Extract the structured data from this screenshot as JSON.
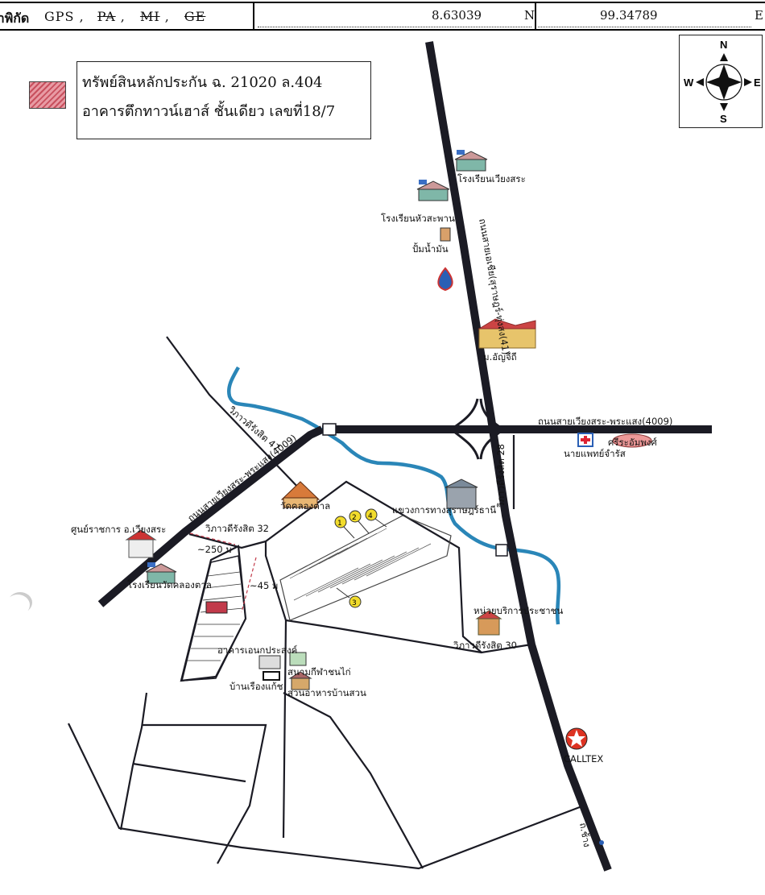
{
  "header": {
    "title": "ค่าพิกัด",
    "gps": "GPS",
    "sep": ",",
    "pa": "PA",
    "mi": "MI",
    "ge": "GE",
    "lat": "8.63039",
    "lat_dir": "N",
    "lon": "99.34789",
    "lon_dir": "E"
  },
  "legend": {
    "line1": "ทรัพย์สินหลักประกัน ฉ. 21020 ล.404",
    "line2": "อาคารตึกทาวน์เฮาส์ ชั้นเดียว เลขที่18/7",
    "swatch_color": "#d9646f"
  },
  "compass": {
    "n": "N",
    "s": "S",
    "e": "E",
    "w": "W"
  },
  "labels": {
    "school_wiangsa": "โรงเรียนเวียงสระ",
    "school_huasaphan": "โรงเรียนหัวสะพาน",
    "pump": "ปั้มน้ำมัน",
    "highway41": "ถนนสายเอเชีย(สุราษฎร์-ทุ่งสง(41)",
    "university": "ม.อัญจีถี",
    "road_4009": "ถนนสายเวียงสระ-พระแสง(4009)",
    "doctor": "นายแพทย์จำรัส",
    "pharmacy": "ศรีระอัมพงศ์",
    "soi28": "วิภาวดีรังสิต 28",
    "soi47": "วิภาวดีรังสิต 47",
    "road_left": "ถนนสายเวียงสระ-พระแสง(4009)",
    "temple": "วัดคลองตาล",
    "highway_office": "แขวงการทางสุราษฎร์ธานี",
    "gov_center": "ศูนย์ราชการ อ.เวียงสระ",
    "school_klongtan": "โรงเรียนวัดคลองตาล",
    "soi32": "วิภาวดีรังสิต 32",
    "dist250": "~250 ม",
    "dist45": "~45 ม",
    "service_unit": "หน่วยบริการประชาชน",
    "soi30": "วิภาวดีรังสิต 30",
    "building": "อาคารเอนกประสงค์",
    "stadium": "สนามกีฬาชนไก่",
    "house": "บ้านเรืองแก้ช",
    "restaurant": "สวนอาหารบ้านสวน",
    "caltex": "CALLTEX",
    "to_chang": "ถ.ช้าง",
    "m1": "1",
    "m2": "2",
    "m3": "3",
    "m4": "4"
  },
  "colors": {
    "road": "#1b1b24",
    "river": "#2a86b8",
    "marker": "#f2dc2c",
    "property": "#c23a4a"
  }
}
